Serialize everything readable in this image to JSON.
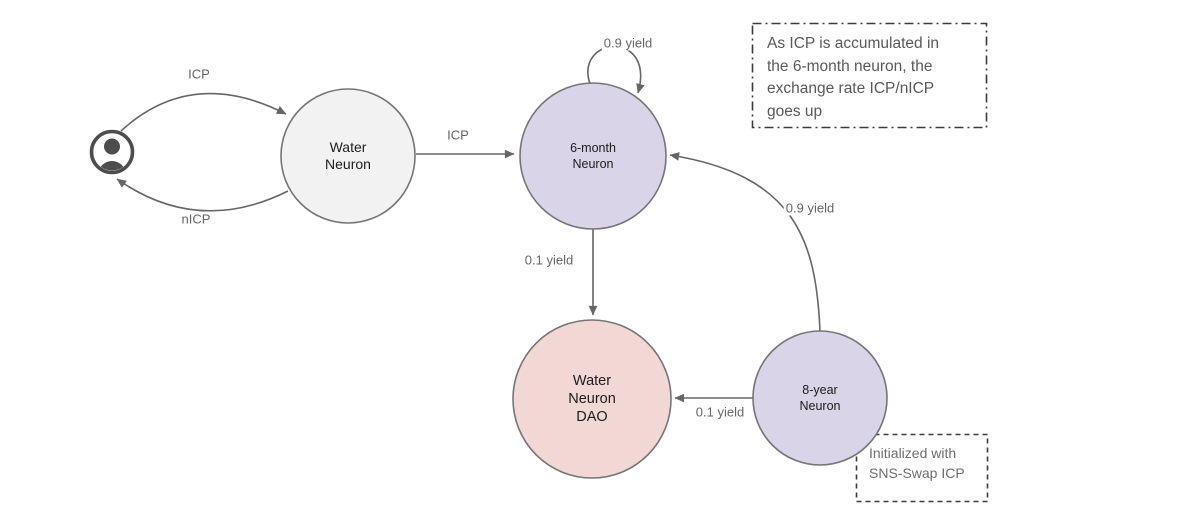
{
  "diagram": {
    "nodes": {
      "user": {
        "icon": "user-avatar-icon"
      },
      "water_neuron": {
        "label": "Water\nNeuron",
        "fill": "#f2f2f2"
      },
      "six_month_neuron": {
        "label": "6-month\nNeuron",
        "fill": "#d9d4e7"
      },
      "water_neuron_dao": {
        "label": "Water\nNeuron\nDAO",
        "fill": "#f2d8d4"
      },
      "eight_year_neuron": {
        "label": "8-year\nNeuron",
        "fill": "#d9d4e7"
      }
    },
    "edges": {
      "user_to_water": {
        "label": "ICP"
      },
      "water_to_user": {
        "label": "nICP"
      },
      "water_to_six_month": {
        "label": "ICP"
      },
      "six_month_self_loop": {
        "label": "0.9 yield"
      },
      "six_month_to_dao": {
        "label": "0.1 yield"
      },
      "eight_year_to_six_month": {
        "label": "0.9 yield"
      },
      "eight_year_to_dao": {
        "label": "0.1 yield"
      }
    },
    "notes": {
      "exchange_rate": "As ICP is accumulated in\nthe 6-month neuron, the\nexchange rate ICP/nICP\ngoes up",
      "initialized": "Initialized with\nSNS-Swap ICP"
    },
    "colors": {
      "background": "#ffffff",
      "node_stroke": "#757575",
      "arrow": "#666666",
      "edge_label_text": "#666666",
      "node_text": "#1c1c1c",
      "note_text": "#595959",
      "note_border": "#3d3d3d",
      "user_icon": "#4d4d4d"
    }
  }
}
